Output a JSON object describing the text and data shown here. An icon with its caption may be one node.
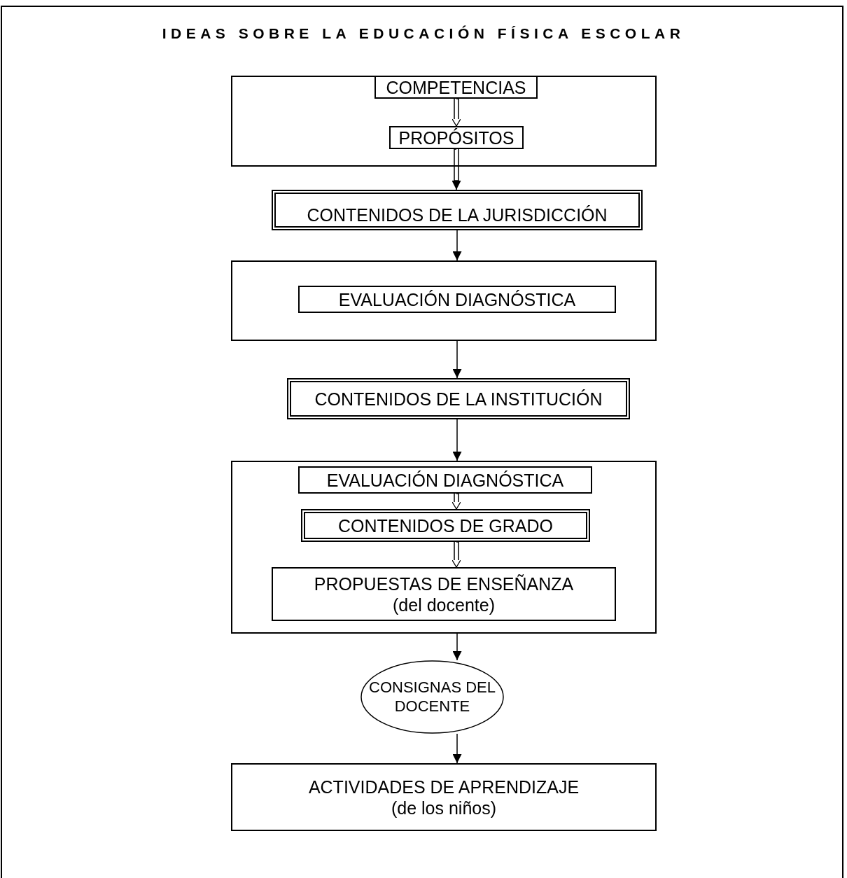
{
  "diagram": {
    "title": "IDEAS SOBRE LA EDUCACIÓN FÍSICA ESCOLAR",
    "nodes": [
      {
        "text": [],
        "shape": "box"
      },
      {
        "text": [
          "COMPETENCIAS"
        ],
        "in": 0
      },
      {
        "text": [
          "PROPÓSITOS"
        ],
        "in": 0
      },
      {
        "text": [
          "CONTENIDOS DE LA JURISDICCIÓN"
        ]
      },
      {
        "text": [],
        "shape": "box"
      },
      {
        "text": [
          "EVALUACIÓN DIAGNÓSTICA"
        ],
        "in": 4
      },
      {
        "text": [
          "CONTENIDOS DE LA INSTITUCIÓN"
        ]
      },
      {
        "text": [],
        "shape": "box"
      },
      {
        "text": [
          "EVALUACIÓN DIAGNÓSTICA"
        ],
        "in": 7
      },
      {
        "text": [
          "CONTENIDOS DE GRADO"
        ],
        "in": 7
      },
      {
        "text": [
          "PROPUESTAS DE ENSEÑANZA",
          "(del docente)"
        ],
        "in": 7
      },
      {
        "text": [
          "CONSIGNAS DEL DOCENTE"
        ]
      },
      {
        "text": [
          "ACTIVIDADES DE APRENDIZAJE",
          "(de los niños)"
        ]
      }
    ],
    "edges": [
      {
        "from": 1,
        "to": 2,
        "arrow": "to"
      },
      {
        "from": 2,
        "to": 3,
        "arrow": "to"
      },
      {
        "from": 3,
        "to": 4,
        "arrow": "to"
      },
      {
        "from": 4,
        "to": 6,
        "arrow": "to"
      },
      {
        "from": 6,
        "to": 7,
        "arrow": "to"
      },
      {
        "from": 8,
        "to": 9,
        "arrow": "to"
      },
      {
        "from": 9,
        "to": 10,
        "arrow": "to"
      },
      {
        "from": 7,
        "to": 11,
        "arrow": "to"
      },
      {
        "from": 11,
        "to": 12,
        "arrow": "to"
      }
    ]
  }
}
